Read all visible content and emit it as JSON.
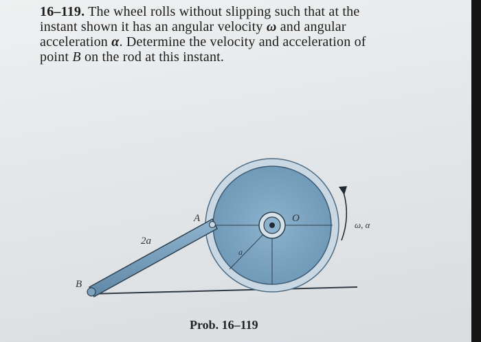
{
  "problem": {
    "number": "16–119.",
    "lines": [
      "The wheel rolls without slipping such that at the",
      "instant shown it has an angular velocity",
      "and angular",
      "acceleration",
      ". Determine the velocity and acceleration of",
      "point",
      "B",
      "on the rod at this instant."
    ],
    "symbols": {
      "omega": "ω",
      "alpha": "α"
    }
  },
  "figure": {
    "labels": {
      "A": "A",
      "O": "O",
      "B": "B",
      "rod_length": "2a",
      "radius": "a",
      "omega_alpha": "ω, α"
    }
  },
  "caption": "Prob. 16–119"
}
